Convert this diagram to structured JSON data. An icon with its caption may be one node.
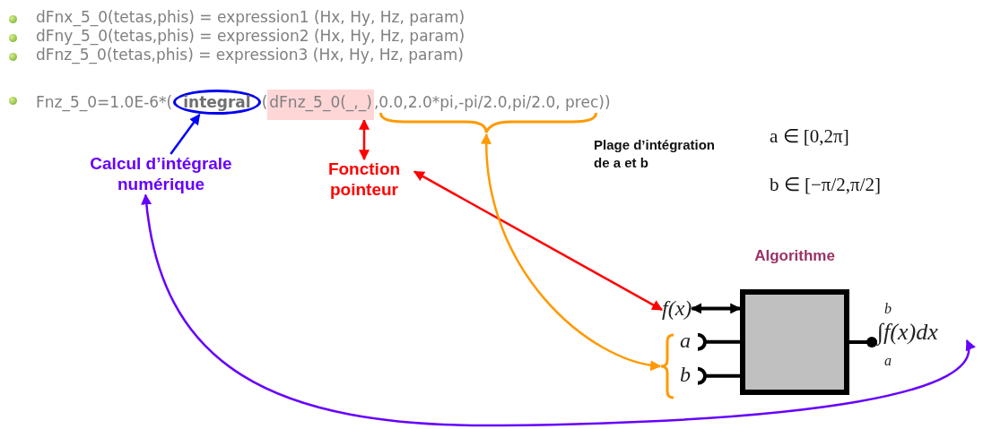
{
  "diagram": {
    "nodes": [
      {
        "text": [
          "integral"
        ]
      },
      {
        "text": [
          "dFnz_5_0(_,_)"
        ]
      },
      {
        "text": [
          "0.0,2.0*pi,-pi/2.0,pi/2.0, prec"
        ]
      },
      {
        "text": [
          "Calcul d’intégrale numérique"
        ]
      },
      {
        "text": [
          "Fonction pointeur"
        ]
      },
      {
        "text": [
          "Algorithme"
        ]
      },
      {
        "text": [
          "f(x)"
        ]
      },
      {
        "text": [],
        "shape": "brace"
      },
      {
        "text": [
          "a"
        ]
      },
      {
        "text": [
          "b"
        ]
      },
      {
        "text": [
          "b",
          "∫f(x)dx",
          "a"
        ]
      }
    ],
    "edges": [
      {
        "from": 3,
        "to": 0,
        "arrow": "to",
        "color": "#0000ff"
      },
      {
        "from": 4,
        "to": 1,
        "arrow": "both",
        "color": "#ff0000"
      },
      {
        "from": 4,
        "to": 6,
        "arrow": "both",
        "color": "#ff0000"
      },
      {
        "from": 2,
        "to": 7,
        "arrow": "both",
        "color": "#ff9900"
      },
      {
        "from": 3,
        "to": 10,
        "arrow": "both",
        "color": "#6600ff"
      },
      {
        "from": 6,
        "to": 5,
        "arrow": "both",
        "color": "#000000"
      },
      {
        "from": 8,
        "to": 5,
        "arrow": "other",
        "color": "#000000"
      },
      {
        "from": 9,
        "to": 5,
        "arrow": "other",
        "color": "#000000"
      },
      {
        "from": 5,
        "to": 10,
        "arrow": "other",
        "color": "#000000"
      }
    ],
    "labels": [
      "dFnx_5_0(tetas,phis) = expression1 (Hx, Hy, Hz, param)",
      "dFny_5_0(tetas,phis) = expression2 (Hx, Hy, Hz, param)",
      "dFnz_5_0(tetas,phis) = expression3 (Hx, Hy, Hz, param)",
      "Fnz_5_0=1.0E-6*(",
      "(",
      ",",
      "))",
      "Plage d’intégration de a et b",
      "a ∈ [0,2π]",
      "b ∈ [−π/2,π/2]"
    ]
  }
}
